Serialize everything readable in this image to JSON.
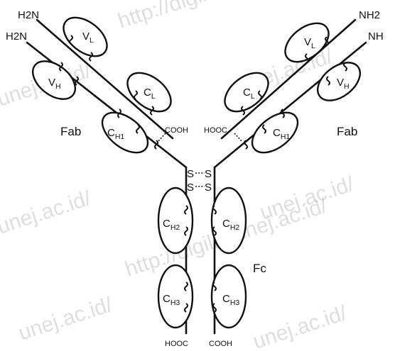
{
  "labels": {
    "nh2_heavy_left": "H2N",
    "nh2_light_left": "H2N",
    "nh2_light_right": "NH2",
    "nh2_heavy_right": "NH",
    "vl_left": "V",
    "vl_left_sub": "L",
    "vh_left": "V",
    "vh_left_sub": "H",
    "cl_left": "C",
    "cl_left_sub": "L",
    "ch1_left": "C",
    "ch1_left_sub": "H1",
    "vl_right": "V",
    "vl_right_sub": "L",
    "vh_right": "V",
    "vh_right_sub": "H",
    "cl_right": "C",
    "cl_right_sub": "L",
    "ch1_right": "C",
    "ch1_right_sub": "H1",
    "cooh_left": "COOH",
    "hooc_right": "HOOC",
    "fab_left": "Fab",
    "fab_right": "Fab",
    "ss_top": "S",
    "ss_bottom": "S",
    "ch2_left": "C",
    "ch2_left_sub": "H2",
    "ch2_right": "C",
    "ch2_right_sub": "H2",
    "ch3_left": "C",
    "ch3_left_sub": "H3",
    "ch3_right": "C",
    "ch3_right_sub": "H3",
    "fc": "Fc",
    "hooc_bottom": "HOOC",
    "cooh_bottom": "COOH"
  },
  "watermark": {
    "text_1": "http://digilib.unej.ac.id/",
    "text_2": "unej.ac.id/"
  }
}
